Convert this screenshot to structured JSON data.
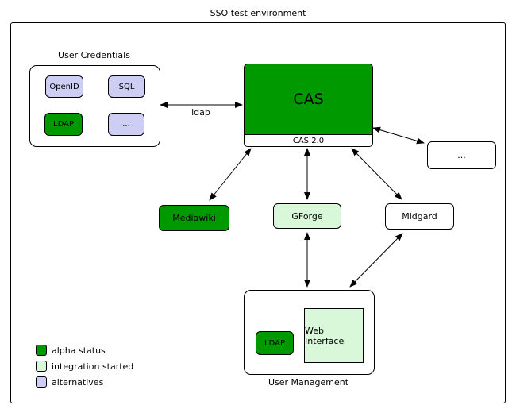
{
  "title": "SSO test environment",
  "colors": {
    "alpha_status": "#009900",
    "integration_started": "#d9f7d9",
    "alternatives": "#cecef5",
    "plain_node": "#ffffff",
    "edge": "#000000"
  },
  "groups": {
    "user_credentials": {
      "label": "User Credentials",
      "children": [
        {
          "label": "OpenID",
          "status": "alternatives"
        },
        {
          "label": "SQL",
          "status": "alternatives"
        },
        {
          "label": "LDAP",
          "status": "alpha_status"
        },
        {
          "label": "...",
          "status": "alternatives"
        }
      ]
    },
    "user_management": {
      "label": "User Management",
      "children": [
        {
          "label": "LDAP",
          "status": "alpha_status"
        },
        {
          "label": "Web Interface",
          "status": "integration_started"
        }
      ]
    }
  },
  "nodes": {
    "cas": {
      "label": "CAS",
      "version": "CAS 2.0",
      "status": "alpha_status"
    },
    "mediawiki": {
      "label": "Mediawiki",
      "status": "alpha_status"
    },
    "gforge": {
      "label": "GForge",
      "status": "integration_started"
    },
    "midgard": {
      "label": "Midgard",
      "status": "plain"
    },
    "ellipsis": {
      "label": "...",
      "status": "plain"
    }
  },
  "edges": [
    {
      "from": "User Credentials",
      "to": "CAS",
      "label": "ldap",
      "bidirectional": true
    },
    {
      "from": "CAS",
      "to": "...",
      "label": "",
      "bidirectional": true
    },
    {
      "from": "CAS",
      "to": "Mediawiki",
      "label": "",
      "bidirectional": true
    },
    {
      "from": "CAS",
      "to": "GForge",
      "label": "",
      "bidirectional": true
    },
    {
      "from": "CAS",
      "to": "Midgard",
      "label": "",
      "bidirectional": true
    },
    {
      "from": "GForge",
      "to": "User Management",
      "label": "",
      "bidirectional": true
    },
    {
      "from": "Midgard",
      "to": "User Management",
      "label": "",
      "bidirectional": true
    }
  ],
  "legend": {
    "items": [
      {
        "label": "alpha status",
        "color": "#009900"
      },
      {
        "label": "integration started",
        "color": "#d9f7d9"
      },
      {
        "label": "alternatives",
        "color": "#cecef5"
      }
    ]
  }
}
